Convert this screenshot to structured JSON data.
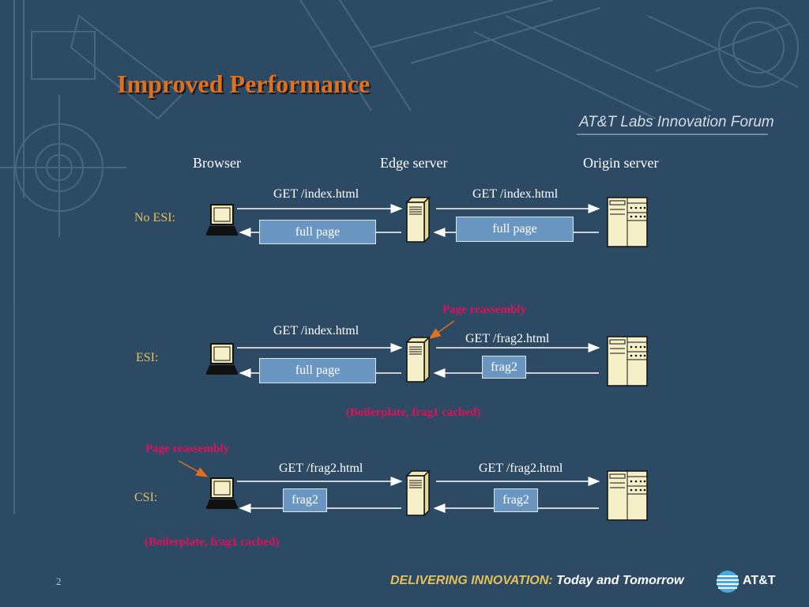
{
  "slide": {
    "title": "Improved Performance",
    "forum": "AT&T Labs Innovation Forum",
    "page_number": "2",
    "footer_main": "DELIVERING INNOVATION:",
    "footer_tail": "Today and Tomorrow",
    "logo_text": "AT&T"
  },
  "columns": {
    "browser": "Browser",
    "edge": "Edge server",
    "origin": "Origin server"
  },
  "rows": {
    "no_esi": {
      "label": "No ESI:",
      "request_left": "GET /index.html",
      "request_right": "GET /index.html",
      "response_left": "full page",
      "response_right": "full page"
    },
    "esi": {
      "label": "ESI:",
      "note_top": "Page reassembly",
      "request_left": "GET /index.html",
      "request_right": "GET /frag2.html",
      "response_left": "full page",
      "response_right": "frag2",
      "note_bottom": "(Boilerplate, frag1 cached)"
    },
    "csi": {
      "label": "CSI:",
      "note_top": "Page reassembly",
      "request_left": "GET /frag2.html",
      "request_right": "GET /frag2.html",
      "response_left": "frag2",
      "response_right": "frag2",
      "note_bottom": "(Boilerplate, frag1 cached)"
    }
  },
  "colors": {
    "background": "#2c4a63",
    "title": "#e0701e",
    "no_esi_label": "#e5c15a",
    "esi_label": "#e5c15a",
    "csi_label": "#e5c15a",
    "note": "#e0105a",
    "box_fill": "#6a96c2"
  }
}
